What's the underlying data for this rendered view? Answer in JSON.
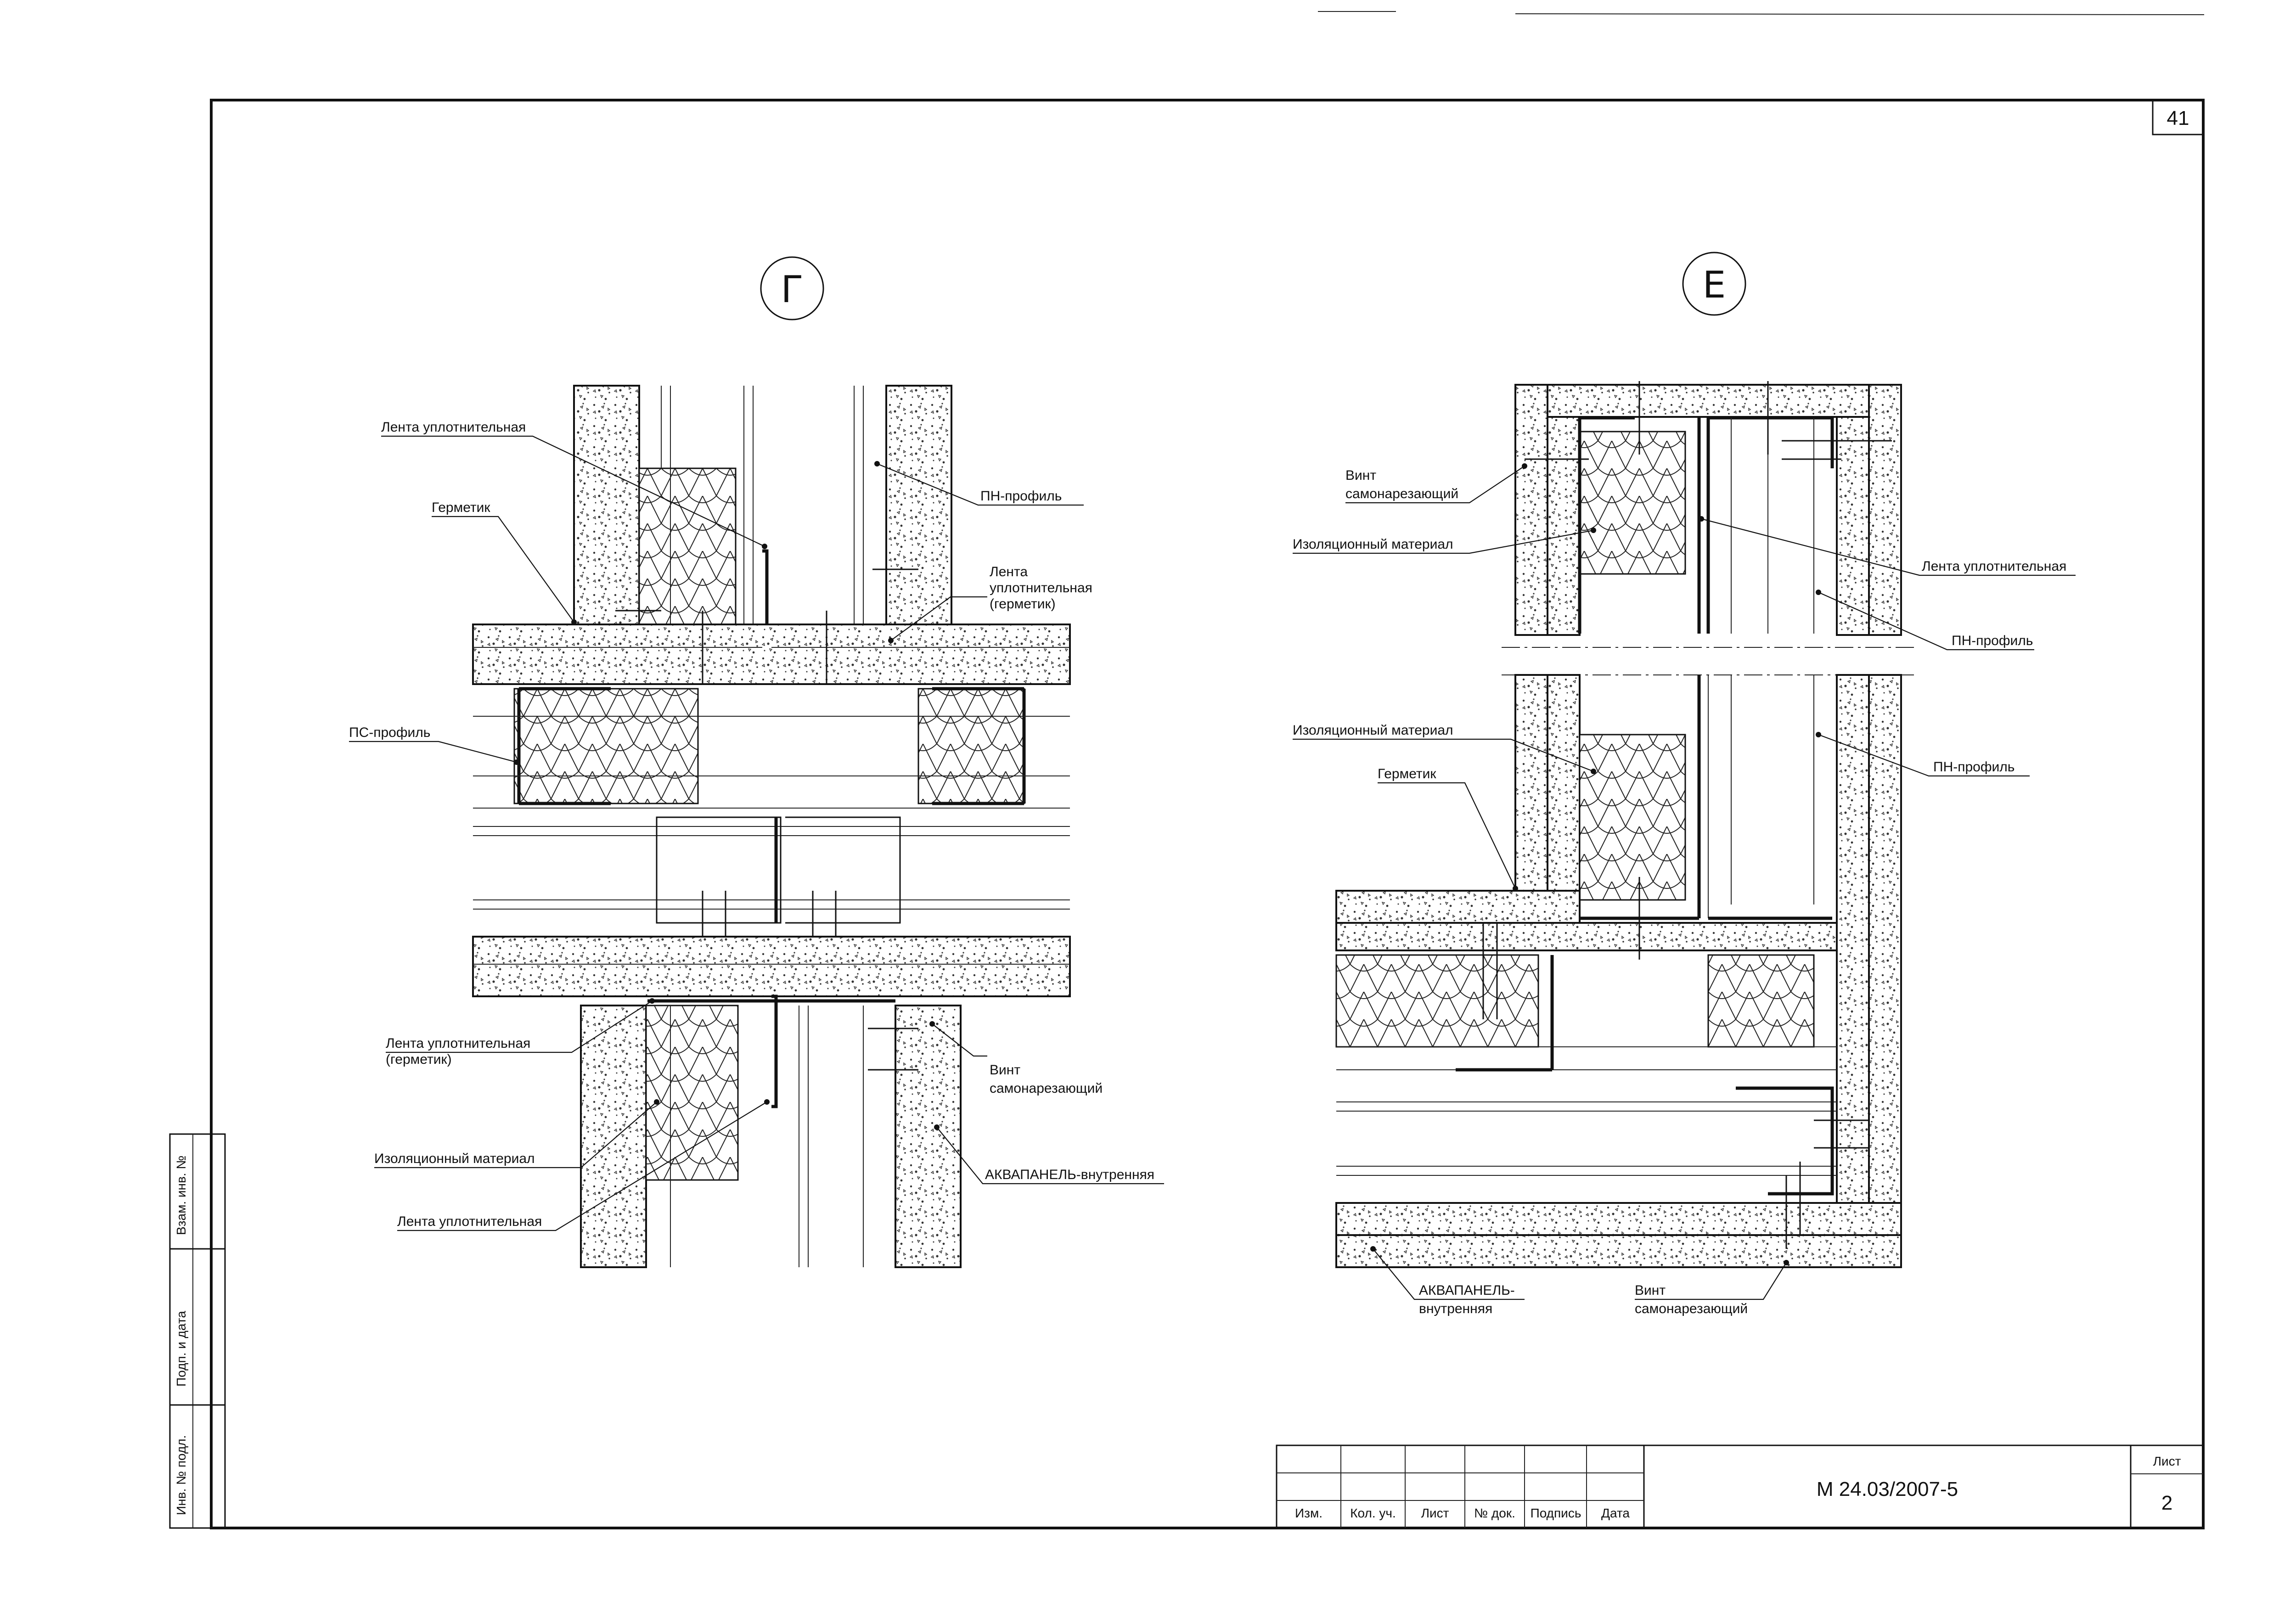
{
  "sheet": {
    "page_number": "41",
    "document_code": "М 24.03/2007-5",
    "sheet_label": "Лист",
    "sheet_value": "2"
  },
  "side_stamp": {
    "cells": [
      "Взам. инв. №",
      "Подп. и дата",
      "Инв. № подл."
    ]
  },
  "title_block": {
    "columns": [
      "Изм.",
      "Кол. уч.",
      "Лист",
      "№ док.",
      "Подпись",
      "Дата"
    ]
  },
  "detail_g": {
    "mark": "Г",
    "labels": {
      "tape_top": "Лента уплотнительная",
      "pn_profile": "ПН-профиль",
      "sealant": "Герметик",
      "tape_sealant_top_1": "Лента",
      "tape_sealant_top_2": "уплотнительная",
      "tape_sealant_top_3": "(герметик)",
      "ps_profile": "ПС-профиль",
      "tape_sealant_bot_1": "Лента уплотнительная",
      "tape_sealant_bot_2": "(герметик)",
      "screw_1": "Винт",
      "screw_2": "самонарезающий",
      "insulation": "Изоляционный материал",
      "aquapanel": "АКВАПАНЕЛЬ-внутренняя",
      "tape_bottom": "Лента уплотнительная"
    }
  },
  "detail_e": {
    "mark": "Е",
    "labels": {
      "screw_top_1": "Винт",
      "screw_top_2": "самонарезающий",
      "insulation_top": "Изоляционный материал",
      "tape": "Лента уплотнительная",
      "pn_profile_top": "ПН-профиль",
      "insulation_mid": "Изоляционный материал",
      "pn_profile_mid": "ПН-профиль",
      "sealant": "Герметик",
      "aquapanel_1": "АКВАПАНЕЛЬ-",
      "aquapanel_2": "внутренняя",
      "screw_bot_1": "Винт",
      "screw_bot_2": "самонарезающий"
    }
  }
}
